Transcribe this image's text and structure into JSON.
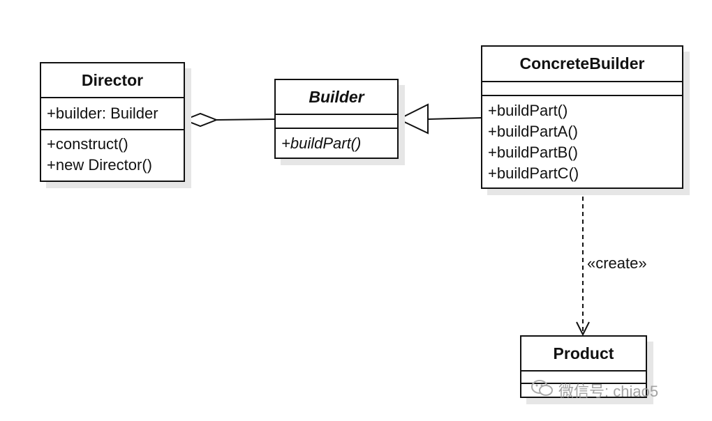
{
  "classes": {
    "director": {
      "name": "Director",
      "attributes": [
        "+builder: Builder"
      ],
      "operations": [
        "+construct()",
        "+new Director()"
      ]
    },
    "builder": {
      "name": "Builder",
      "attributes": [],
      "operations": [
        "+buildPart()"
      ]
    },
    "concrete_builder": {
      "name": "ConcreteBuilder",
      "attributes": [],
      "operations": [
        "+buildPart()",
        "+buildPartA()",
        "+buildPartB()",
        "+buildPartC()"
      ]
    },
    "product": {
      "name": "Product",
      "attributes": [],
      "operations": []
    }
  },
  "relations": {
    "create_label": "«create»"
  },
  "watermark": {
    "text": "微信号: chiao5",
    "icon": "wechat-icon"
  },
  "colors": {
    "line": "#111111",
    "shadow": "#e6e6e6",
    "watermark": "#9a9a9a"
  }
}
